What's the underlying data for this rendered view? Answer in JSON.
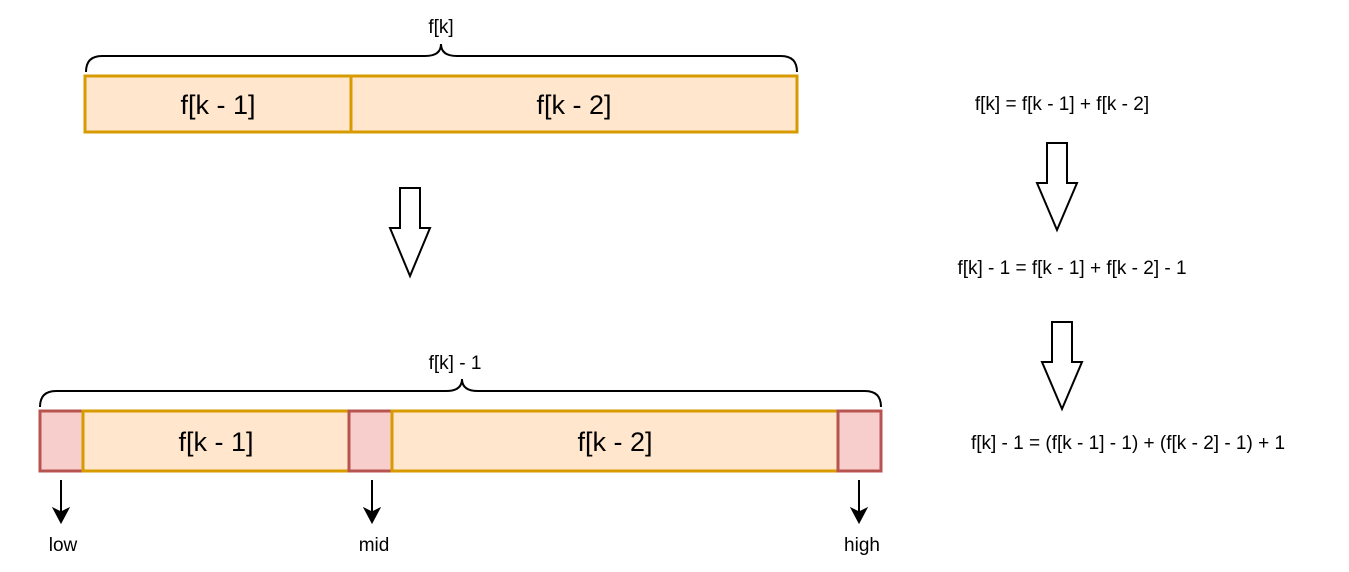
{
  "colors": {
    "segment_fill": "#FFE6CC",
    "segment_stroke": "#D79B00",
    "marker_fill": "#F8CECC",
    "marker_stroke": "#B85450",
    "line": "#000000"
  },
  "top": {
    "brace_label": "f[k]",
    "left_segment": "f[k - 1]",
    "right_segment": "f[k - 2]"
  },
  "bottom": {
    "brace_label": "f[k] - 1",
    "left_segment": "f[k - 1]",
    "right_segment": "f[k - 2]",
    "pointers": {
      "low": "low",
      "mid": "mid",
      "high": "high"
    }
  },
  "equations": [
    "f[k] = f[k - 1] + f[k - 2]",
    "f[k] - 1 = f[k - 1] + f[k - 2] - 1",
    "f[k] - 1 = (f[k - 1] - 1) + (f[k - 2] - 1) + 1"
  ]
}
